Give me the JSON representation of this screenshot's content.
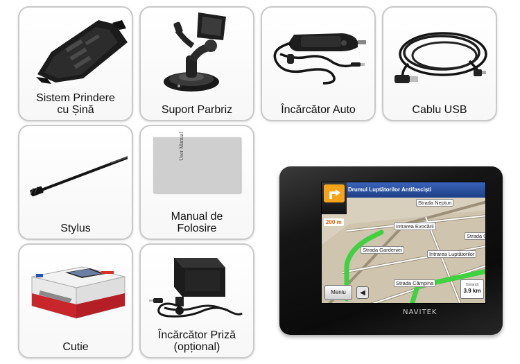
{
  "items": [
    {
      "label_lines": [
        "Sistem Prindere",
        "cu Șină"
      ]
    },
    {
      "label_lines": [
        "Suport Parbriz"
      ]
    },
    {
      "label_lines": [
        "Încărcător Auto"
      ]
    },
    {
      "label_lines": [
        "Cablu USB"
      ]
    },
    {
      "label_lines": [
        "Stylus"
      ]
    },
    {
      "label_lines": [
        "Manual de",
        "Folosire"
      ],
      "manual_cover_text": "User Manual"
    },
    {
      "label_lines": [
        "Cutie"
      ]
    },
    {
      "label_lines": [
        "Încărcător Priză",
        "(opțional)"
      ]
    }
  ],
  "device": {
    "brand": "NAVITEK",
    "screen": {
      "street_header": "Drumul Luptătorilor Antifasciști",
      "next_turn_distance": "200 m",
      "road_labels": [
        "Strada Neptun",
        "Intrarea Evocării",
        "Strada Gardeniei",
        "Strada C",
        "Intrarea Luptătorilor",
        "Strada Câmpina"
      ],
      "menu_button": "Meniu",
      "status_label": "Distanță",
      "status_value": "3.9 km"
    }
  },
  "colors": {
    "card_border": "#c9c9c9",
    "route_green": "#3fd13f",
    "header_blue": "#2b4f9e",
    "turn_orange": "#f7a21b"
  }
}
